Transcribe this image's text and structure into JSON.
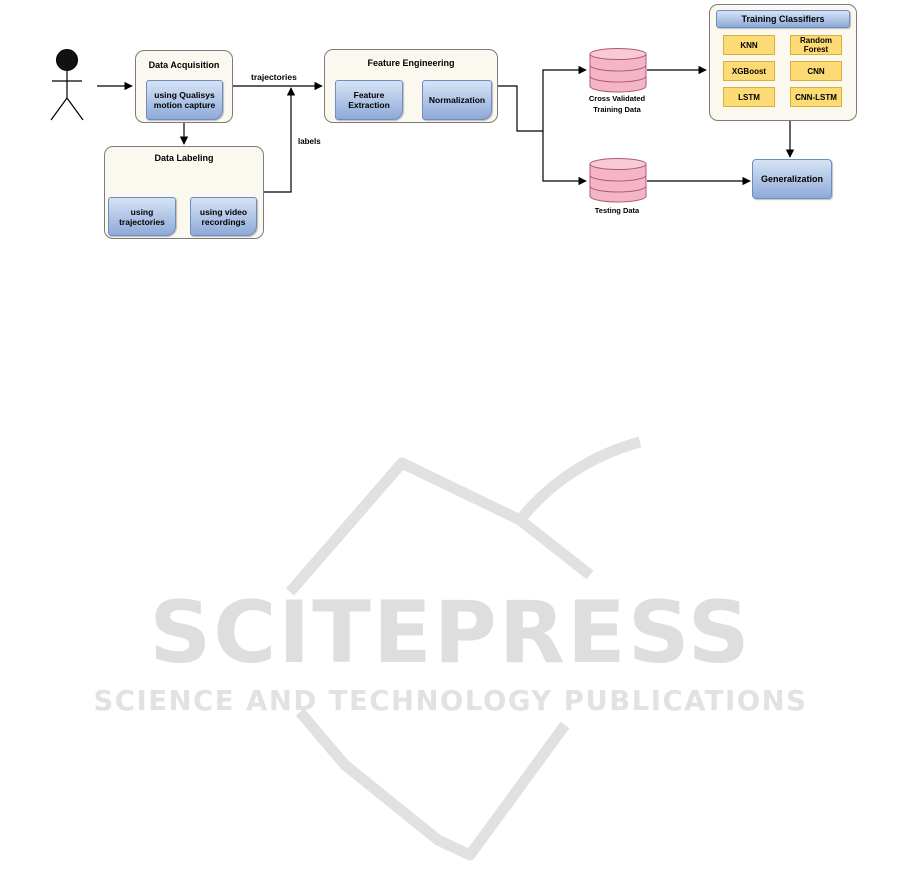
{
  "diagram": {
    "data_acquisition": {
      "title": "Data Acquisition",
      "child": "using Qualisys motion capture"
    },
    "data_labeling": {
      "title": "Data Labeling",
      "child_left": "using trajectories",
      "child_right": "using video recordings"
    },
    "feature_engineering": {
      "title": "Feature Engineering",
      "feature_extraction": "Feature Extraction",
      "normalization": "Normalization"
    },
    "edge_labels": {
      "trajectories": "trajectories",
      "labels": "labels"
    },
    "databases": {
      "training": "Cross Validated Training Data",
      "testing": "Testing Data"
    },
    "training_classifiers": {
      "title": "Training Classifiers",
      "models": [
        "KNN",
        "Random Forest",
        "XGBoost",
        "CNN",
        "LSTM",
        "CNN-LSTM"
      ]
    },
    "generalization": "Generalization"
  },
  "watermark": {
    "main": "SCITEPRESS",
    "sub": "SCIENCE AND TECHNOLOGY PUBLICATIONS"
  },
  "colors": {
    "group_fill": "#fbf9ef",
    "box_blue_top": "#d6e3f5",
    "box_blue_bottom": "#8eaad8",
    "classifier_yellow": "#fddb74",
    "database_pink": "#f4b6c6",
    "watermark_gray": "#dedede"
  }
}
